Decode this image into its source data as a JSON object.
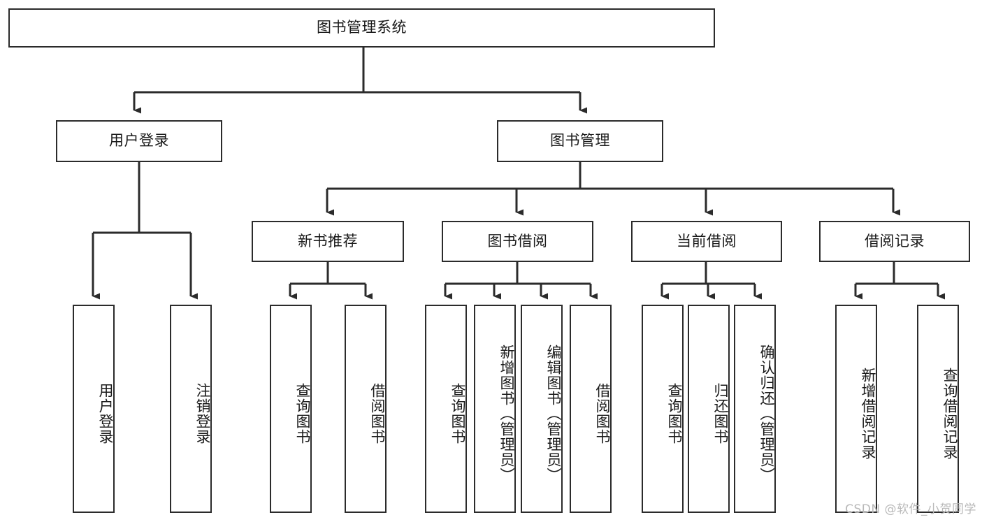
{
  "diagram": {
    "title": "图书管理系统",
    "type": "tree-hierarchy",
    "root": {
      "id": "root",
      "label": "图书管理系统"
    },
    "level2": [
      {
        "id": "user-login",
        "label": "用户登录"
      },
      {
        "id": "book-manage",
        "label": "图书管理"
      }
    ],
    "level3": [
      {
        "id": "new-book-recommend",
        "label": "新书推荐",
        "parent": "book-manage"
      },
      {
        "id": "book-borrow",
        "label": "图书借阅",
        "parent": "book-manage"
      },
      {
        "id": "current-borrow",
        "label": "当前借阅",
        "parent": "book-manage"
      },
      {
        "id": "borrow-record",
        "label": "借阅记录",
        "parent": "book-manage"
      }
    ],
    "leaves": [
      {
        "id": "leaf-user-login",
        "label": "用户登录",
        "parent": "user-login"
      },
      {
        "id": "leaf-user-logout",
        "label": "注销登录",
        "parent": "user-login"
      },
      {
        "id": "leaf-query-book-1",
        "label": "查询图书",
        "parent": "new-book-recommend"
      },
      {
        "id": "leaf-borrow-book-1",
        "label": "借阅图书",
        "parent": "new-book-recommend"
      },
      {
        "id": "leaf-query-book-2",
        "label": "查询图书",
        "parent": "book-borrow"
      },
      {
        "id": "leaf-add-book",
        "label": "新增图书（管理员）",
        "parent": "book-borrow"
      },
      {
        "id": "leaf-edit-book",
        "label": "编辑图书（管理员）",
        "parent": "book-borrow"
      },
      {
        "id": "leaf-borrow-book-2",
        "label": "借阅图书",
        "parent": "book-borrow"
      },
      {
        "id": "leaf-query-book-3",
        "label": "查询图书",
        "parent": "current-borrow"
      },
      {
        "id": "leaf-return-book",
        "label": "归还图书",
        "parent": "current-borrow"
      },
      {
        "id": "leaf-confirm-return",
        "label": "确认归还（管理员）",
        "parent": "current-borrow"
      },
      {
        "id": "leaf-add-record",
        "label": "新增借阅记录",
        "parent": "borrow-record"
      },
      {
        "id": "leaf-query-record",
        "label": "查询借阅记录",
        "parent": "borrow-record"
      }
    ]
  },
  "watermark": {
    "text": "CSDN @软件_小贺同学"
  },
  "colors": {
    "stroke": "#2b2b2b",
    "fill": "#ffffff",
    "text": "#1a1a1a",
    "watermark": "#b9b9b9"
  }
}
